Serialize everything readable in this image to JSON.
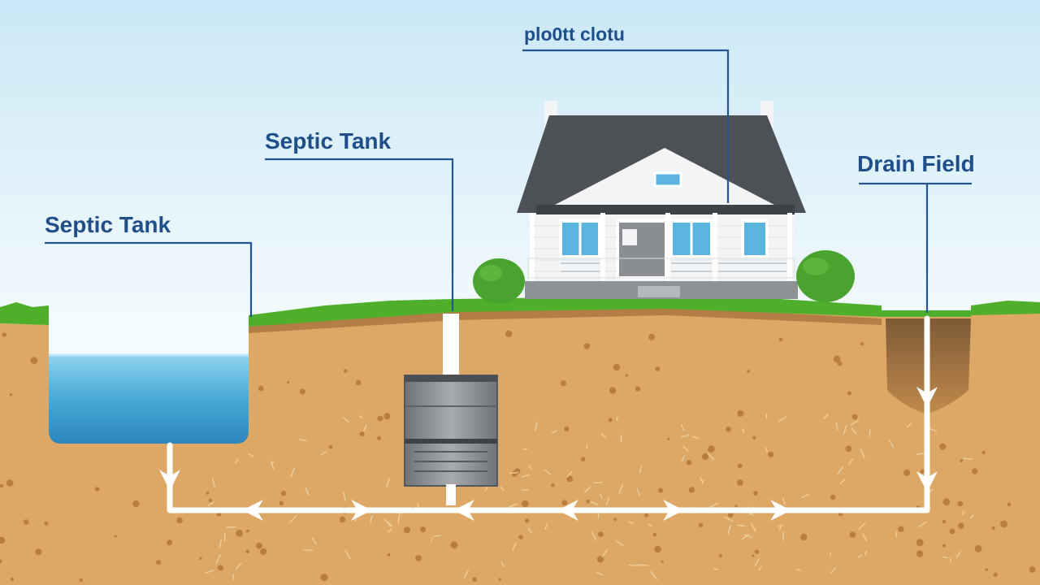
{
  "labels": {
    "septic_tank_left": "Septic Tank",
    "septic_tank_center": "Septic Tank",
    "drain_field": "Drain Field",
    "top": "plo0tt clotu"
  },
  "colors": {
    "label_text": "#1f4f8a",
    "leader_line": "#24568f",
    "sky_top": "#cbe8f6",
    "sky_bottom": "#f3fafd",
    "soil": "#dda765",
    "soil_dark": "#b97e3e",
    "grass": "#4fae2a",
    "water": "#46a9d6",
    "tank": "#8a8d91",
    "roof": "#4d5054",
    "house_wall": "#f2f4f5",
    "window": "#5ab4dd",
    "pipe": "#ffffff",
    "bush": "#4aa32f"
  },
  "icons": {
    "flow_arrow": "chevron-arrow-icon"
  }
}
